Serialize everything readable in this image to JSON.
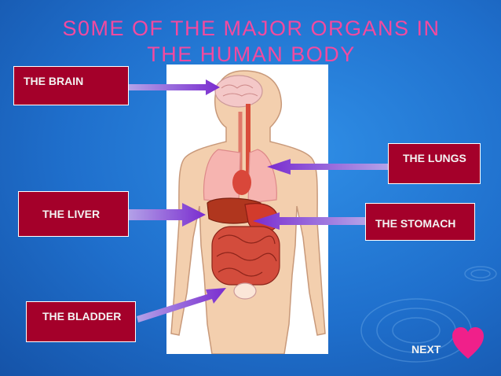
{
  "slide": {
    "title_line1": "S0ME OF THE MAJOR ORGANS IN",
    "title_line2": "THE HUMAN BODY"
  },
  "labels": {
    "brain": "THE BRAIN",
    "lungs": "THE LUNGS",
    "liver": "THE LIVER",
    "stomach": "THE STOMACH",
    "bladder": "THE BLADDER"
  },
  "nav": {
    "next_label": "NEXT"
  },
  "colors": {
    "title": "#f24aa0",
    "label_box": "#a4002a",
    "arrow": "#8a3fd6",
    "heart": "#f0208a"
  }
}
